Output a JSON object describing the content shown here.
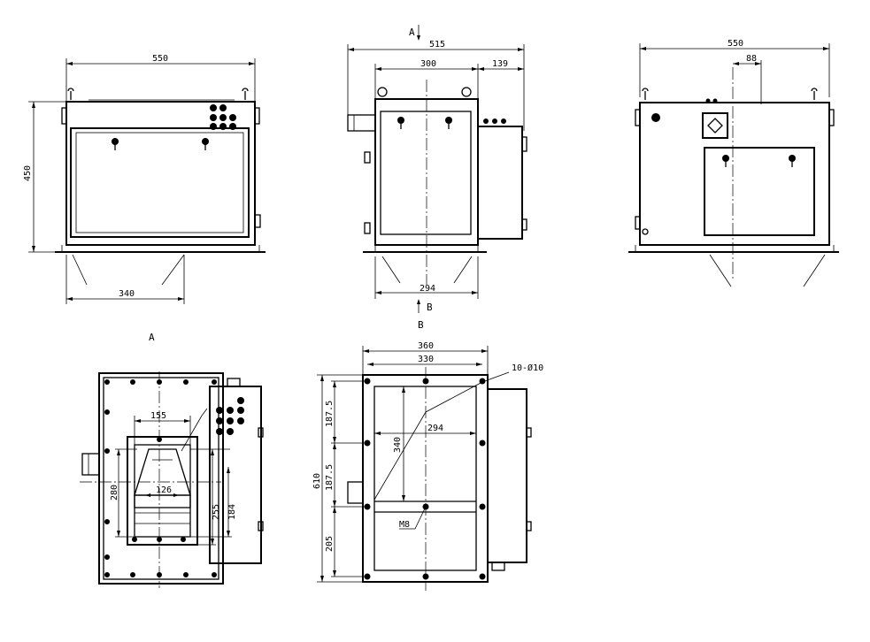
{
  "drawing_views": {
    "front": {
      "width_top": "550",
      "height": "450",
      "base_width": "340"
    },
    "side": {
      "section_a_marker": "A",
      "section_b_marker": "B",
      "overall_width": "515",
      "body_width": "300",
      "box_width": "139",
      "base_width": "294"
    },
    "rear": {
      "width_top": "550",
      "offset": "88"
    },
    "view_a": {
      "title": "A",
      "width_155": "155",
      "width_126": "126",
      "height_280": "280",
      "height_255": "255",
      "height_184": "184"
    },
    "view_b": {
      "title": "B",
      "width_360": "360",
      "width_330": "330",
      "holes": "10-Ø10",
      "height_610": "610",
      "seg_187a": "187.5",
      "seg_187b": "187.5",
      "seg_205": "205",
      "height_340": "340",
      "width_294": "294",
      "thread": "M8"
    }
  }
}
